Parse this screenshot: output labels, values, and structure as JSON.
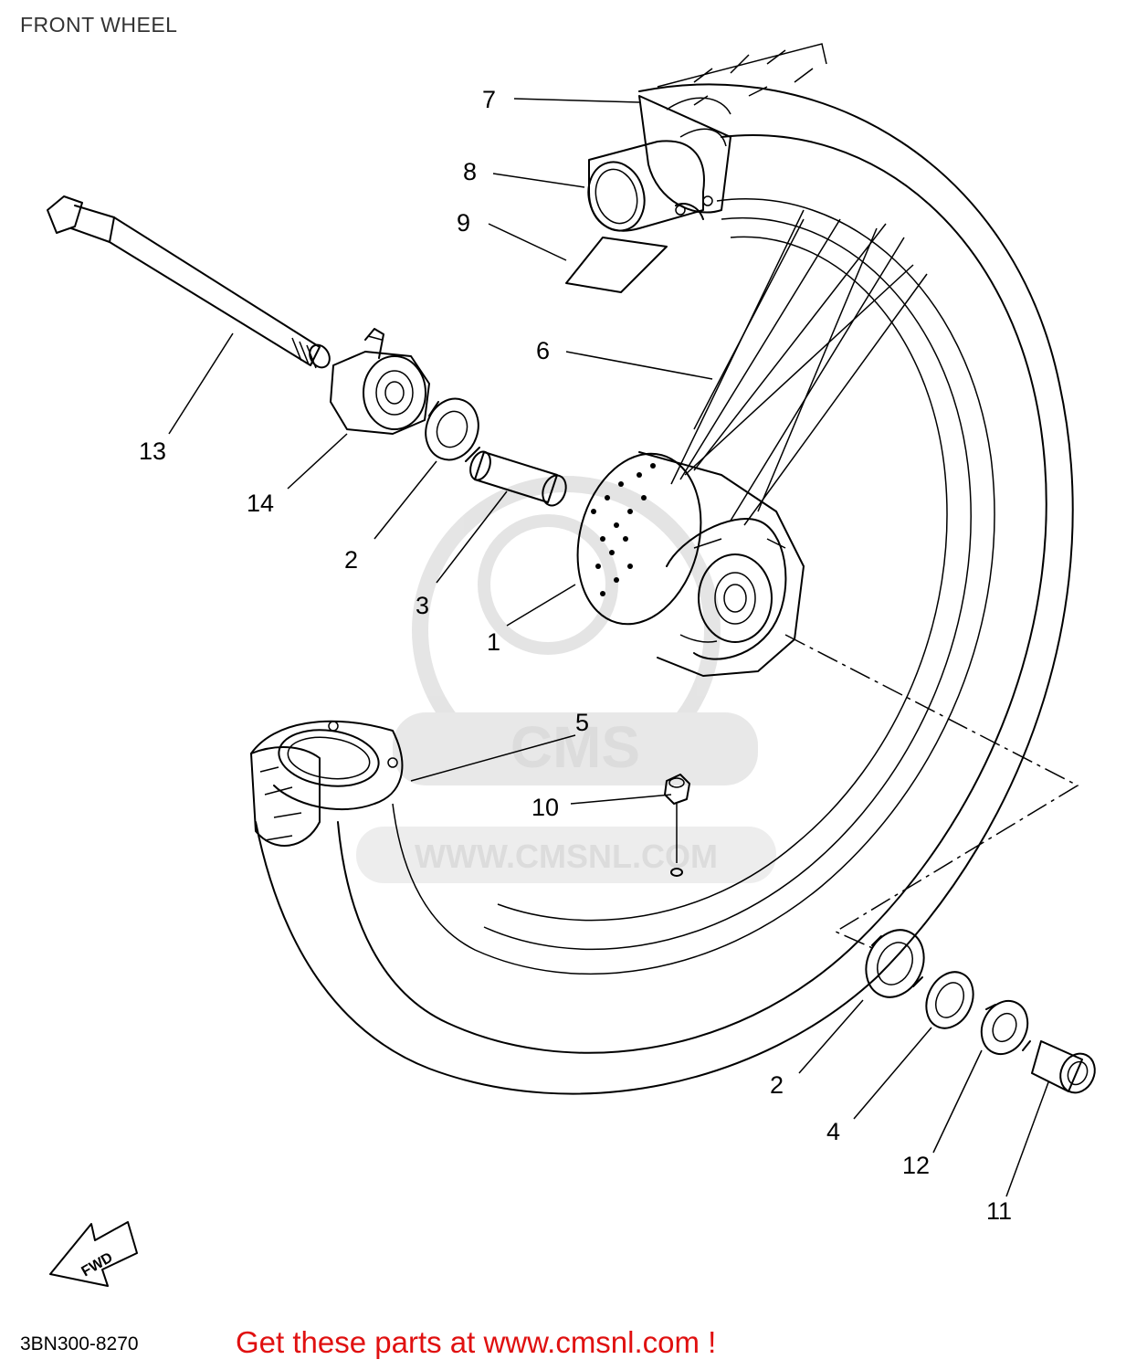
{
  "title": "FRONT WHEEL",
  "drawing_code": "3BN300-8270",
  "forward_marker": "FWD",
  "footer_text": "Get these parts at www.cmsnl.com !",
  "watermark": {
    "logo_text": "CMS",
    "url_text": "WWW.CMSNL.COM"
  },
  "callouts": [
    {
      "id": "c7",
      "label": "7"
    },
    {
      "id": "c8",
      "label": "8"
    },
    {
      "id": "c9",
      "label": "9"
    },
    {
      "id": "c6",
      "label": "6"
    },
    {
      "id": "c13",
      "label": "13"
    },
    {
      "id": "c14",
      "label": "14"
    },
    {
      "id": "c2a",
      "label": "2"
    },
    {
      "id": "c3",
      "label": "3"
    },
    {
      "id": "c1",
      "label": "1"
    },
    {
      "id": "c5",
      "label": "5"
    },
    {
      "id": "c10",
      "label": "10"
    },
    {
      "id": "c2b",
      "label": "2"
    },
    {
      "id": "c4",
      "label": "4"
    },
    {
      "id": "c12",
      "label": "12"
    },
    {
      "id": "c11",
      "label": "11"
    }
  ],
  "colors": {
    "line": "#000000",
    "watermark": "#d9d9d9",
    "footer": "#e01010"
  }
}
